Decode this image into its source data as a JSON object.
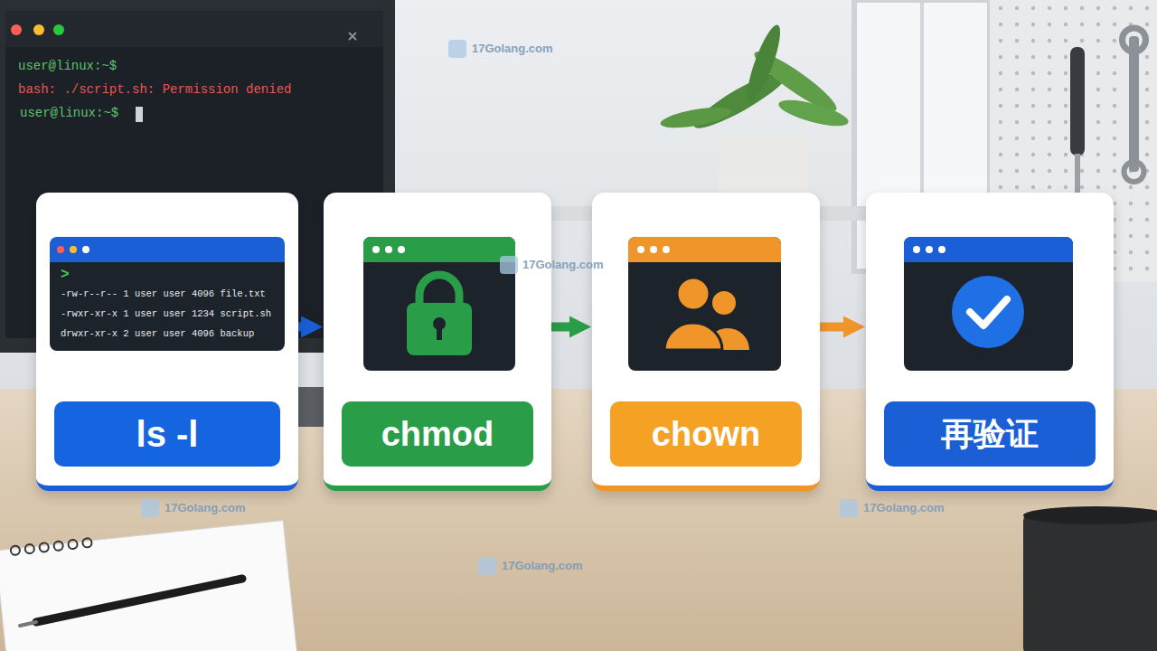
{
  "diagram": {
    "nodes": [
      {
        "text": [
          "ls -l"
        ]
      },
      {
        "text": [
          ">",
          "-rw-r--r-- 1 user user 4096 file.txt",
          "-rwxr-xr-x 1 user user 1234 script.sh",
          "drwxr-xr-x 2 user user 4096 backup"
        ],
        "in": 0
      },
      {
        "text": [
          "chmod"
        ]
      },
      {
        "text": [
          "chown"
        ]
      },
      {
        "text": [
          "再验证"
        ]
      }
    ],
    "edges": [
      {
        "from": 0,
        "to": 2,
        "arrow": "to"
      },
      {
        "from": 2,
        "to": 3,
        "arrow": "to"
      },
      {
        "from": 3,
        "to": 4,
        "arrow": "to"
      }
    ],
    "labels": [
      "user@linux:~$",
      "bash: ./script.sh: Permission denied",
      "user@linux:~$",
      "17Golang.com",
      "17Golang.com",
      "17Golang.com",
      "17Golang.com",
      "17Golang.com"
    ]
  }
}
